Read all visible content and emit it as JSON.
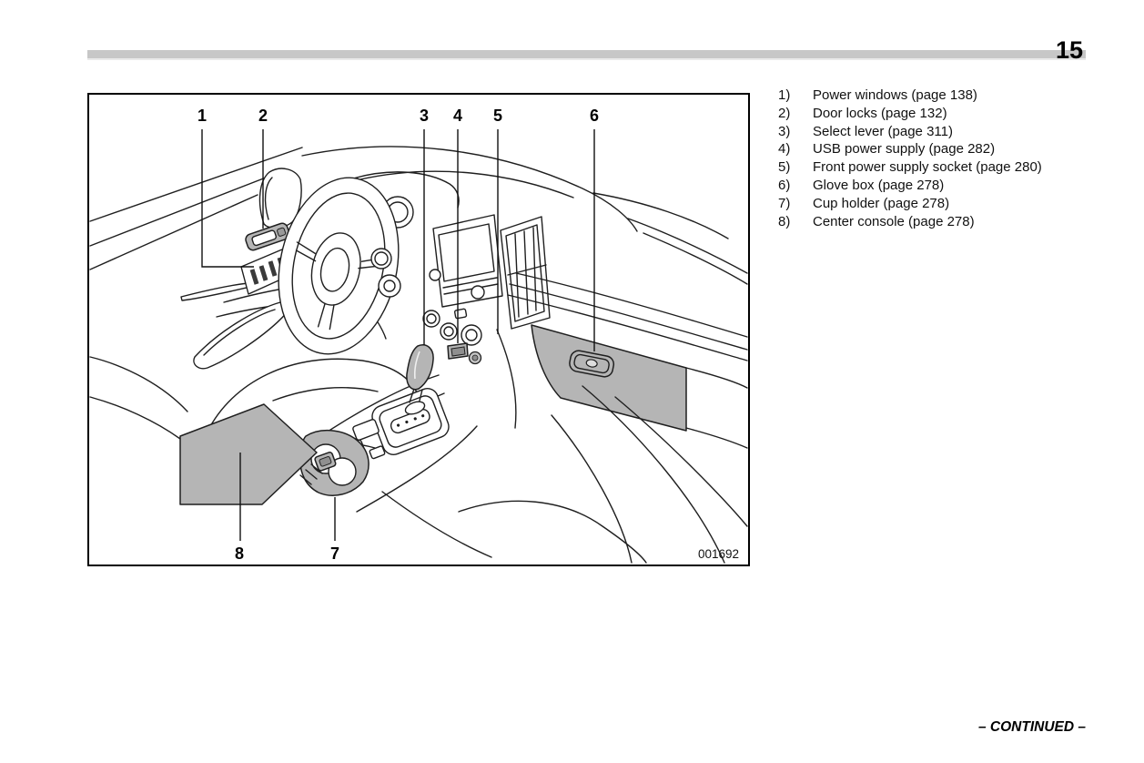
{
  "page": {
    "number": "15",
    "continued": "– CONTINUED –"
  },
  "figure": {
    "id_label": "001692",
    "callouts": [
      "1",
      "2",
      "3",
      "4",
      "5",
      "6",
      "7",
      "8"
    ],
    "description": "Car interior overview line illustration (dashboard, steering wheel, center console)"
  },
  "legend": {
    "items": [
      {
        "num": "1)",
        "label": "Power windows (page 138)"
      },
      {
        "num": "2)",
        "label": "Door locks (page 132)"
      },
      {
        "num": "3)",
        "label": "Select lever (page 311)"
      },
      {
        "num": "4)",
        "label": "USB power supply (page 282)"
      },
      {
        "num": "5)",
        "label": "Front power supply socket (page 280)"
      },
      {
        "num": "6)",
        "label": "Glove box (page 278)"
      },
      {
        "num": "7)",
        "label": "Cup holder (page 278)"
      },
      {
        "num": "8)",
        "label": "Center console (page 278)"
      }
    ]
  },
  "colors": {
    "shade_gray": "#b5b5b5",
    "bar_gray": "#c7c7c7",
    "line": "#1f1f1f"
  }
}
